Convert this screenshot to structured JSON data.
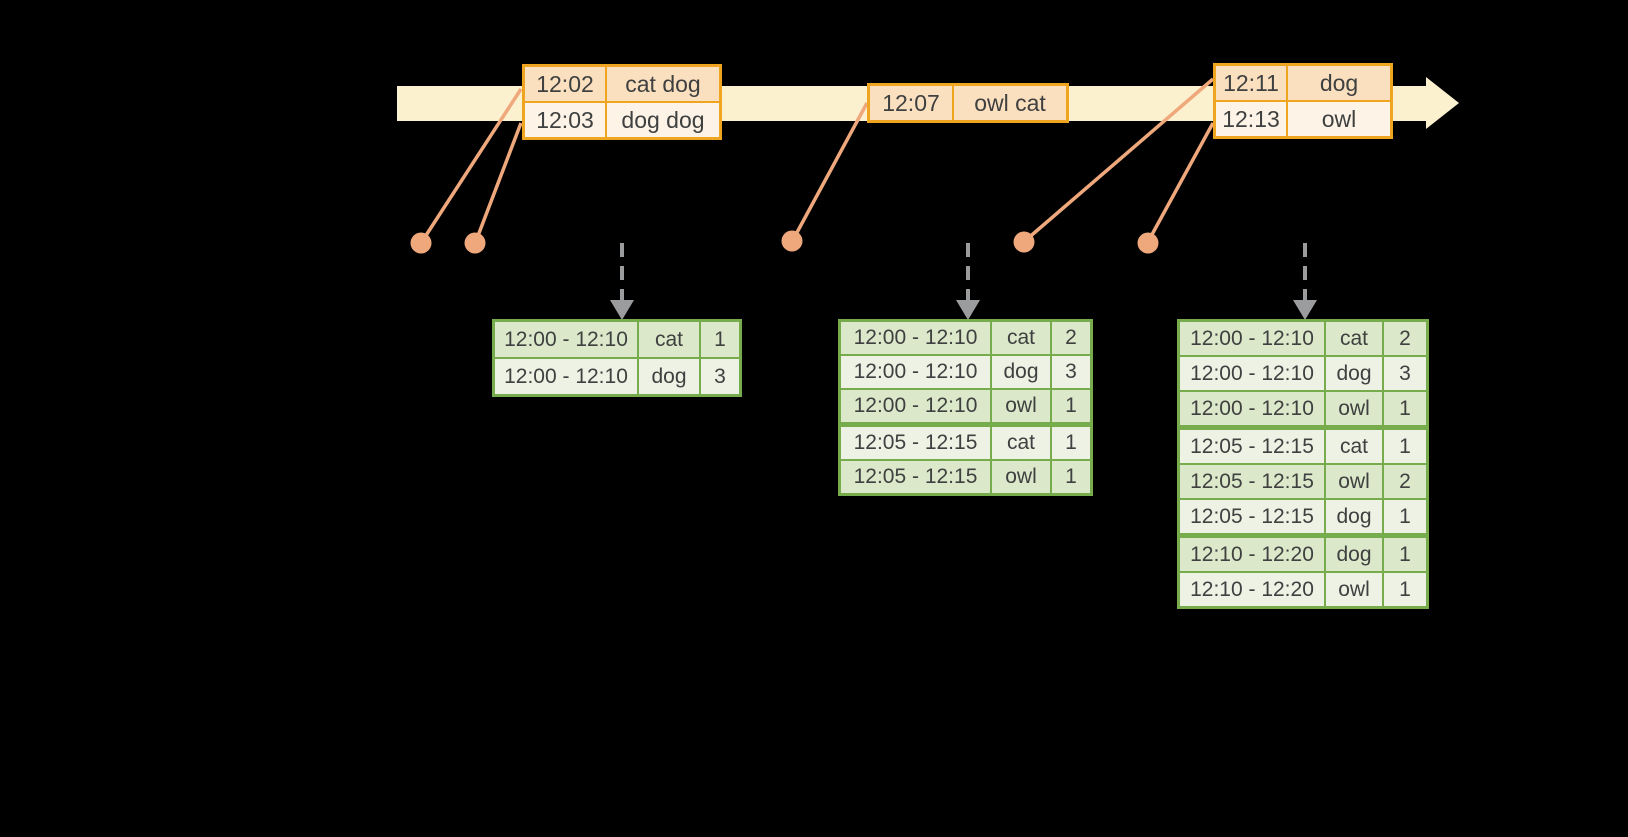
{
  "colors": {
    "background": "#000000",
    "timeline_band": "#fcf1ce",
    "event_border": "#efa51f",
    "event_row_dark": "#fbe0bf",
    "event_row_light": "#fdf3e7",
    "connector": "#efa87c",
    "result_border": "#76ac4b",
    "result_row_dark": "#dce8ca",
    "result_row_light": "#edf2e4",
    "trigger_arrow": "#9a9c9e",
    "text": "#3f4040"
  },
  "event_tables": [
    {
      "id": "events-a",
      "rows": [
        [
          "12:02",
          "cat dog"
        ],
        [
          "12:03",
          "dog dog"
        ]
      ]
    },
    {
      "id": "events-b",
      "rows": [
        [
          "12:07",
          "owl cat"
        ]
      ]
    },
    {
      "id": "events-c",
      "rows": [
        [
          "12:11",
          "dog"
        ],
        [
          "12:13",
          "owl"
        ]
      ]
    }
  ],
  "result_tables": [
    {
      "id": "result-1",
      "rows": [
        [
          "12:00 - 12:10",
          "cat",
          "1"
        ],
        [
          "12:00 - 12:10",
          "dog",
          "3"
        ]
      ],
      "thick_dividers": []
    },
    {
      "id": "result-2",
      "rows": [
        [
          "12:00 - 12:10",
          "cat",
          "2"
        ],
        [
          "12:00 - 12:10",
          "dog",
          "3"
        ],
        [
          "12:00 - 12:10",
          "owl",
          "1"
        ],
        [
          "12:05 - 12:15",
          "cat",
          "1"
        ],
        [
          "12:05 - 12:15",
          "owl",
          "1"
        ]
      ],
      "thick_dividers": [
        3
      ]
    },
    {
      "id": "result-3",
      "rows": [
        [
          "12:00 - 12:10",
          "cat",
          "2"
        ],
        [
          "12:00 - 12:10",
          "dog",
          "3"
        ],
        [
          "12:00 - 12:10",
          "owl",
          "1"
        ],
        [
          "12:05 - 12:15",
          "cat",
          "1"
        ],
        [
          "12:05 - 12:15",
          "owl",
          "2"
        ],
        [
          "12:05 - 12:15",
          "dog",
          "1"
        ],
        [
          "12:10 - 12:20",
          "dog",
          "1"
        ],
        [
          "12:10 - 12:20",
          "owl",
          "1"
        ]
      ],
      "thick_dividers": [
        3,
        6
      ]
    }
  ]
}
